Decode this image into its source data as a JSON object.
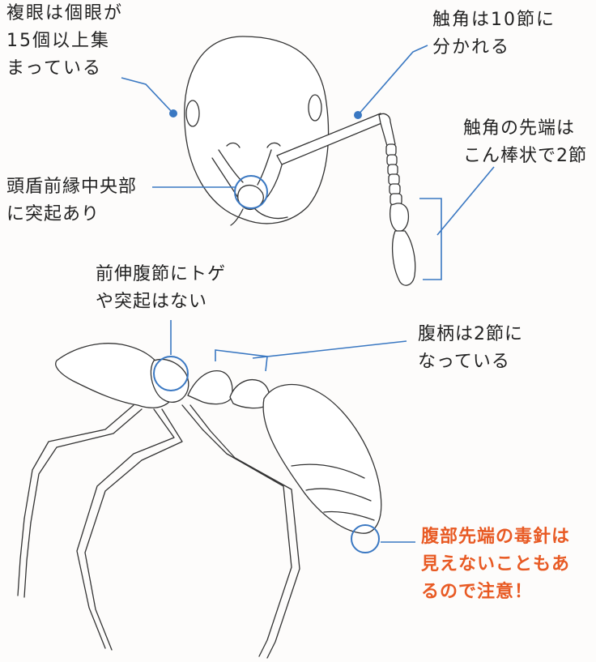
{
  "annotations": {
    "compound_eye": [
      "複眼は個眼が",
      "15個以上集",
      "まっている"
    ],
    "antenna_segments": [
      "触角は10節に",
      "分かれる"
    ],
    "antenna_club": [
      "触角の先端は",
      "こん棒状で2節"
    ],
    "clypeus": [
      "頭盾前縁中央部",
      "に突起あり"
    ],
    "propodeum": [
      "前伸腹節にトゲ",
      "や突起はない"
    ],
    "petiole": [
      "腹柄は2節に",
      "なっている"
    ],
    "sting": [
      "腹部先端の毒針は",
      "見えないこともあ",
      "るので注意！"
    ]
  },
  "colors": {
    "leader": "#3a78c2",
    "warning_text": "#e85a24",
    "text": "#222222",
    "outline": "#333333"
  }
}
